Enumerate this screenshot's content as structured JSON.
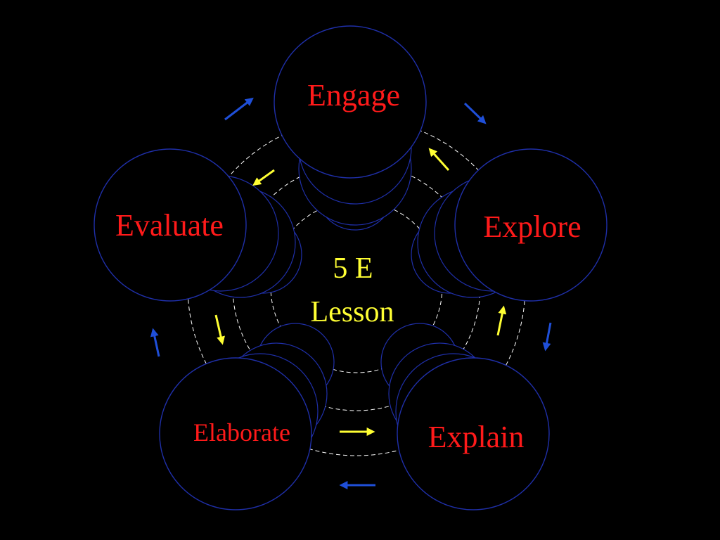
{
  "diagram": {
    "center": {
      "line1": "5 E",
      "line2": "Lesson"
    },
    "stages": [
      {
        "id": "engage",
        "label": "Engage"
      },
      {
        "id": "explore",
        "label": "Explore"
      },
      {
        "id": "explain",
        "label": "Explain"
      },
      {
        "id": "elaborate",
        "label": "Elaborate"
      },
      {
        "id": "evaluate",
        "label": "Evaluate"
      }
    ],
    "colors": {
      "background": "#000000",
      "circle_stroke": "#1f2fa8",
      "stage_label": "#ff1a1a",
      "center_label": "#ffff33",
      "inner_arrow": "#ffff33",
      "outer_arrow": "#1f4fd8",
      "dashed_ring": "#ffffff"
    }
  }
}
